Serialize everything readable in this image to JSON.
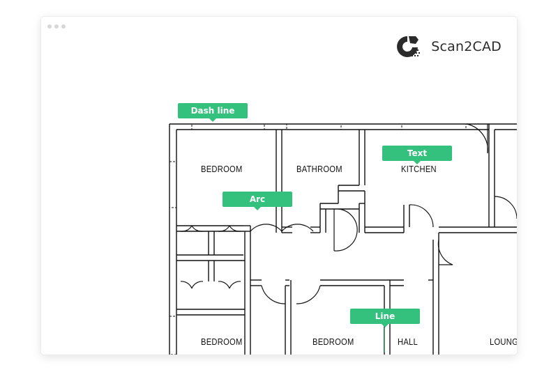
{
  "brand": {
    "name": "Scan2CAD",
    "logo_icon": "scan2cad-logo-icon"
  },
  "window": {
    "controls": [
      "window-dot-icon",
      "window-dot-icon",
      "window-dot-icon"
    ]
  },
  "rooms": {
    "bedroom_top": "BEDROOM",
    "bathroom": "BATHROOM",
    "kitchen": "KITCHEN",
    "bedroom_bottom_left": "BEDROOM",
    "bedroom_bottom_mid": "BEDROOM",
    "hall": "HALL",
    "lounge": "LOUNGE"
  },
  "callouts": {
    "dash_line": "Dash line",
    "arc": "Arc",
    "text": "Text",
    "line": "Line"
  },
  "colors": {
    "accent": "#34c07d",
    "ink": "#111111"
  }
}
